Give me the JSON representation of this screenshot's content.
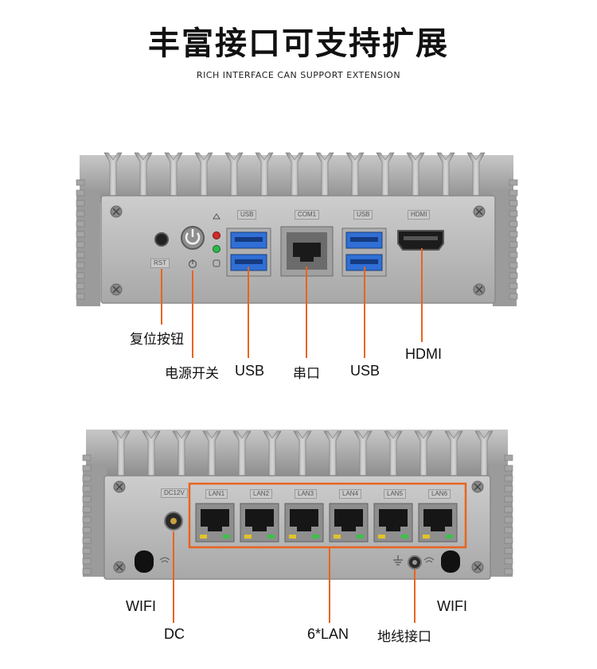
{
  "header": {
    "title": "丰富接口可支持扩展",
    "subtitle": "RICH INTERFACE CAN SUPPORT EXTENSION"
  },
  "front_panel": {
    "port_labels": {
      "usb_left": "USB",
      "com": "COM1",
      "usb_right": "USB",
      "hdmi": "HDMI",
      "rst": "RST"
    },
    "callouts": {
      "reset": "复位按钮",
      "power": "电源开关",
      "usb_left": "USB",
      "serial": "串口",
      "usb_right": "USB",
      "hdmi": "HDMI"
    }
  },
  "rear_panel": {
    "port_labels": {
      "dc": "DC12V",
      "lan": [
        "LAN1",
        "LAN2",
        "LAN3",
        "LAN4",
        "LAN5",
        "LAN6"
      ]
    },
    "callouts": {
      "wifi_left": "WIFI",
      "dc": "DC",
      "lan": "6*LAN",
      "ground": "地线接口",
      "wifi_right": "WIFI"
    }
  },
  "colors": {
    "callout_line": "#e8641e",
    "lan_highlight": "#e8641e",
    "chassis": "#a9a9a9",
    "panel": "#bdbdbd",
    "usb_blue": "#2f6fd6"
  }
}
